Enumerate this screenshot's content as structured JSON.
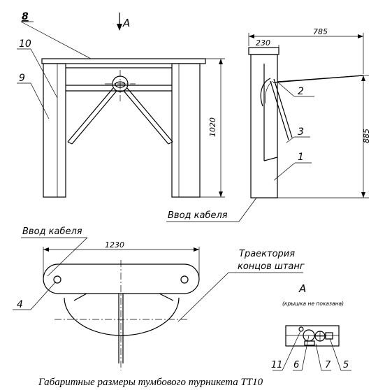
{
  "view_arrow_label": "A",
  "front_view": {
    "callouts": [
      "8",
      "10",
      "9"
    ],
    "height_dim": "1020"
  },
  "side_view": {
    "width_dim": "785",
    "cabinet_dim": "230",
    "height_dim": "885",
    "callouts": [
      "2",
      "3",
      "1"
    ],
    "cable_entry": "Ввод кабеля"
  },
  "top_view": {
    "cable_entry": "Ввод кабеля",
    "width_dim": "1230",
    "trajectory_line1": "Траектория",
    "trajectory_line2": "концов штанг",
    "callout": "4"
  },
  "detail_view": {
    "title": "А",
    "note": "(крышка не показана)",
    "callouts": [
      "11",
      "6",
      "7",
      "5"
    ]
  },
  "caption": "Габаритные размеры тумбового турникета ТТ10"
}
